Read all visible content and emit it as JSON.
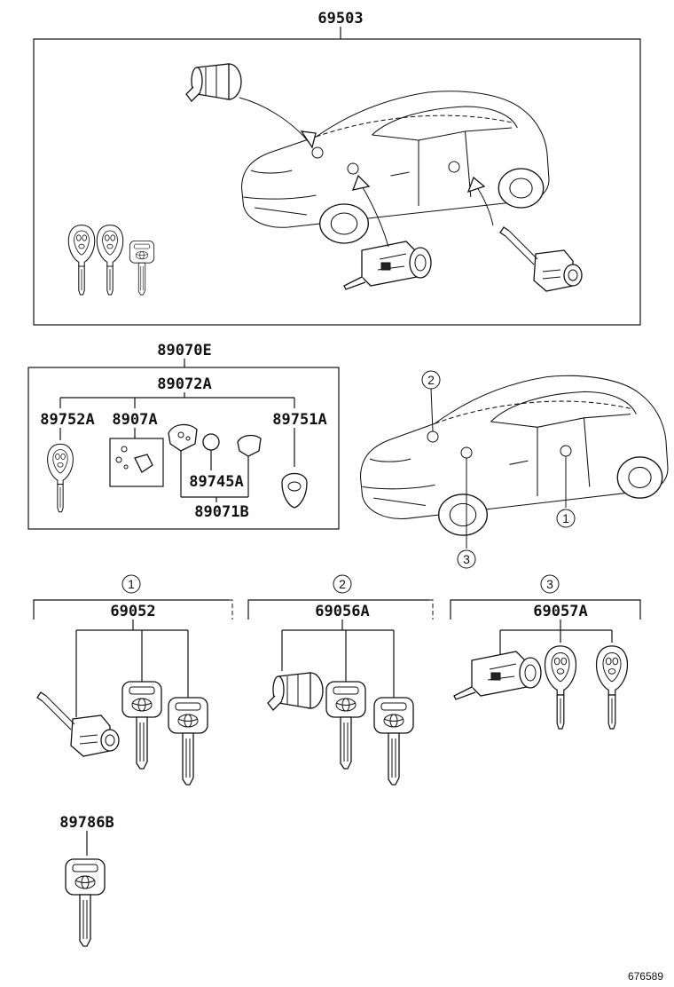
{
  "labels": {
    "p69503": "69503",
    "p89070E": "89070E",
    "p89072A": "89072A",
    "p89752A": "89752A",
    "p8907A": "8907A",
    "p89751A": "89751A",
    "p89745A": "89745A",
    "p89071B": "89071B",
    "p69052": "69052",
    "p69056A": "69056A",
    "p69057A": "69057A",
    "p89786B": "89786B",
    "ref": "676589"
  },
  "callouts": {
    "c1": "1",
    "c2": "2",
    "c3": "3"
  }
}
